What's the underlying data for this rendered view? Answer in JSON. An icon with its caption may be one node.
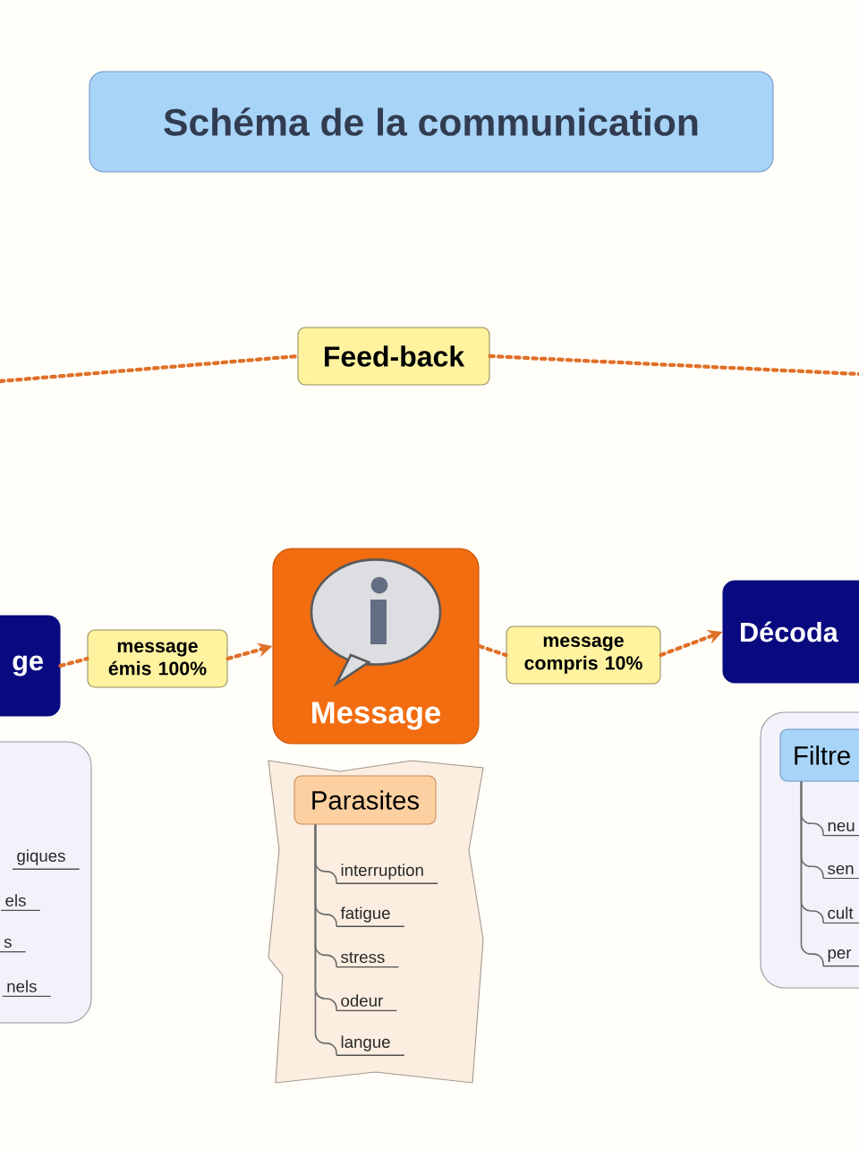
{
  "diagram": {
    "title": "Schéma de la communication",
    "nodes": [
      {
        "text": [
          "Feed-back"
        ]
      },
      {
        "text": [
          "ge"
        ]
      },
      {
        "text": [
          "message émis 100%"
        ]
      },
      {
        "text": [
          "Message"
        ]
      },
      {
        "text": [
          "message compris 10%"
        ]
      },
      {
        "text": [
          "Décoda"
        ]
      },
      {
        "text": [],
        "shape": "box"
      },
      {
        "text": [
          "giques"
        ],
        "in": 6
      },
      {
        "text": [
          "els"
        ],
        "in": 6
      },
      {
        "text": [
          "s"
        ],
        "in": 6
      },
      {
        "text": [
          "nels"
        ],
        "in": 6
      },
      {
        "text": [],
        "shape": "box"
      },
      {
        "text": [
          "Parasites"
        ],
        "in": 11
      },
      {
        "text": [
          "interruption"
        ],
        "in": 11
      },
      {
        "text": [
          "fatigue"
        ],
        "in": 11
      },
      {
        "text": [
          "stress"
        ],
        "in": 11
      },
      {
        "text": [
          "odeur"
        ],
        "in": 11
      },
      {
        "text": [
          "langue"
        ],
        "in": 11
      },
      {
        "text": [],
        "shape": "box"
      },
      {
        "text": [
          "Filtre"
        ],
        "in": 18
      },
      {
        "text": [
          "neu"
        ],
        "in": 18
      },
      {
        "text": [
          "sen"
        ],
        "in": 18
      },
      {
        "text": [
          "cult"
        ],
        "in": 18
      },
      {
        "text": [
          "per"
        ],
        "in": 18
      }
    ],
    "edges": [
      {
        "from": null,
        "to": 0,
        "arrow": "none",
        "style": "dashed",
        "color": "#e07028"
      },
      {
        "from": 0,
        "to": null,
        "arrow": "none",
        "style": "dashed",
        "color": "#e07028"
      },
      {
        "from": 1,
        "to": 2,
        "arrow": "none",
        "style": "dashed",
        "color": "#e07028"
      },
      {
        "from": 2,
        "to": 3,
        "arrow": "to",
        "style": "dashed",
        "color": "#e07028"
      },
      {
        "from": 3,
        "to": 4,
        "arrow": "none",
        "style": "dashed",
        "color": "#e07028"
      },
      {
        "from": 4,
        "to": 5,
        "arrow": "to",
        "style": "dashed",
        "color": "#e07028"
      },
      {
        "from": 12,
        "to": 13,
        "arrow": "none"
      },
      {
        "from": 12,
        "to": 14,
        "arrow": "none"
      },
      {
        "from": 12,
        "to": 15,
        "arrow": "none"
      },
      {
        "from": 12,
        "to": 16,
        "arrow": "none"
      },
      {
        "from": 12,
        "to": 17,
        "arrow": "none"
      },
      {
        "from": 19,
        "to": 20,
        "arrow": "none"
      },
      {
        "from": 19,
        "to": 21,
        "arrow": "none"
      },
      {
        "from": 19,
        "to": 22,
        "arrow": "none"
      },
      {
        "from": 19,
        "to": 23,
        "arrow": "none"
      }
    ]
  }
}
